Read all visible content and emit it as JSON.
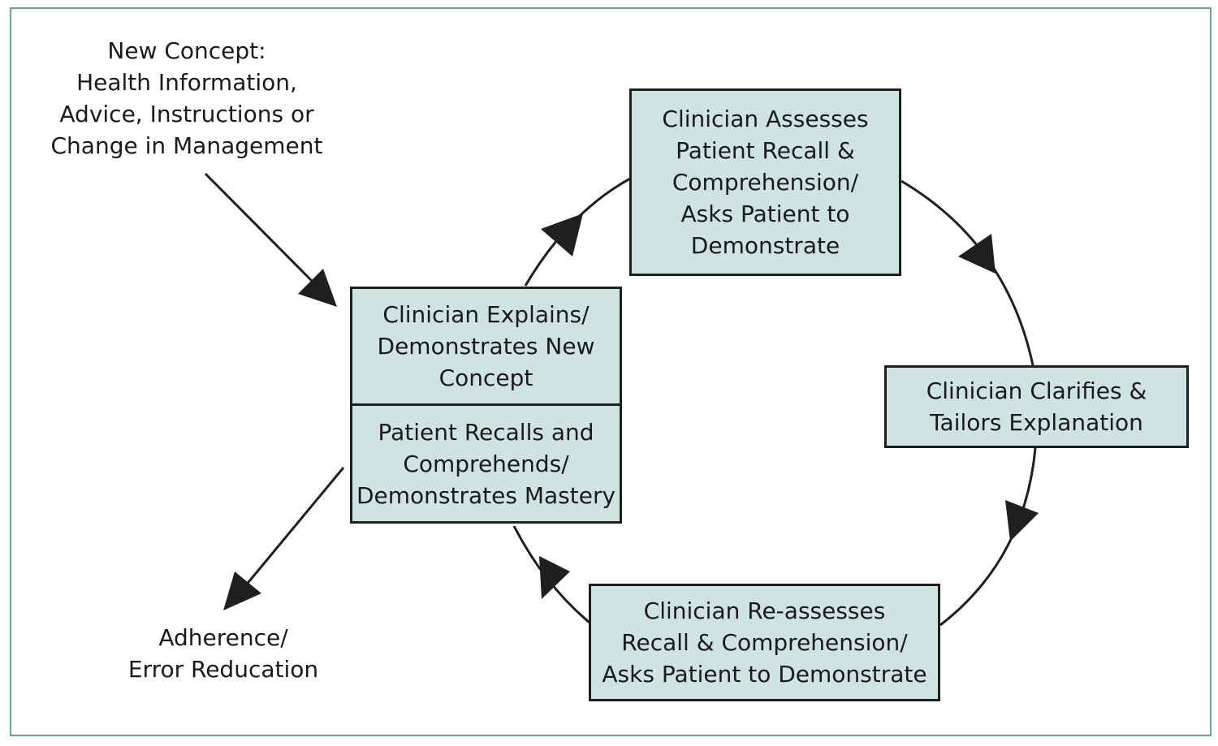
{
  "input_label": [
    "New Concept:",
    "Health Information,",
    "Advice, Instructions or",
    "Change in Management"
  ],
  "output_label": [
    "Adherence/",
    "Error Reducation"
  ],
  "explain_box": [
    "Clinician Explains/",
    "Demonstrates",
    "New Concept"
  ],
  "recall_box": [
    "Patient Recalls and",
    "Comprehends/",
    "Demonstrates Mastery"
  ],
  "assess_box": [
    "Clinician Assesses",
    "Patient Recall &",
    "Comprehension/",
    "Asks Patient to",
    "Demonstrate"
  ],
  "clarify_box": [
    "Clinician Clarifies &",
    "Tailors Explanation"
  ],
  "reassess_box": [
    "Clinician Re-assesses",
    "Recall & Comprehension/",
    "Asks Patient to Demonstrate"
  ],
  "colors": {
    "box_fill": "#cfe3e0",
    "frame_border": "#6aa399",
    "line": "#1f1f1f"
  }
}
